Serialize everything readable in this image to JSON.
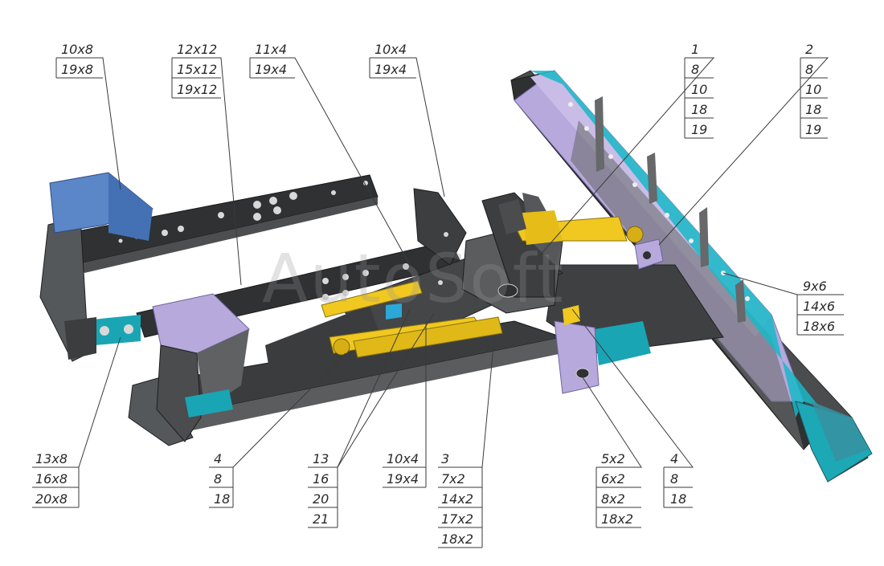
{
  "watermark": "AutoSoft",
  "colors": {
    "frame_dark": "#3d3f40",
    "frame_mid": "#5a5c5e",
    "plate_purple": "#b7a9dc",
    "blue_box": "#5b86c8",
    "cyan_edge": "#17b9c7",
    "hydraulic_yellow": "#f0c820"
  },
  "callouts": [
    {
      "id": "c1",
      "lines": [
        "10x8",
        "19x8"
      ]
    },
    {
      "id": "c2",
      "lines": [
        "12x12",
        "15x12",
        "19x12"
      ]
    },
    {
      "id": "c3",
      "lines": [
        "11x4",
        "19x4"
      ]
    },
    {
      "id": "c4",
      "lines": [
        "10x4",
        "19x4"
      ]
    },
    {
      "id": "c5",
      "lines": [
        "1",
        "8",
        "10",
        "18",
        "19"
      ]
    },
    {
      "id": "c6",
      "lines": [
        "2",
        "8",
        "10",
        "18",
        "19"
      ]
    },
    {
      "id": "c7",
      "lines": [
        "9x6",
        "14x6",
        "18x6"
      ]
    },
    {
      "id": "c8",
      "lines": [
        "13x8",
        "16x8",
        "20x8"
      ]
    },
    {
      "id": "c9",
      "lines": [
        "4",
        "8",
        "18"
      ]
    },
    {
      "id": "c10",
      "lines": [
        "13",
        "16",
        "20",
        "21"
      ]
    },
    {
      "id": "c11",
      "lines": [
        "10x4",
        "19x4"
      ]
    },
    {
      "id": "c12",
      "lines": [
        "3",
        "7x2",
        "14x2",
        "17x2",
        "18x2"
      ]
    },
    {
      "id": "c13",
      "lines": [
        "5x2",
        "6x2",
        "8x2",
        "18x2"
      ]
    },
    {
      "id": "c14",
      "lines": [
        "4",
        "8",
        "18"
      ]
    }
  ]
}
